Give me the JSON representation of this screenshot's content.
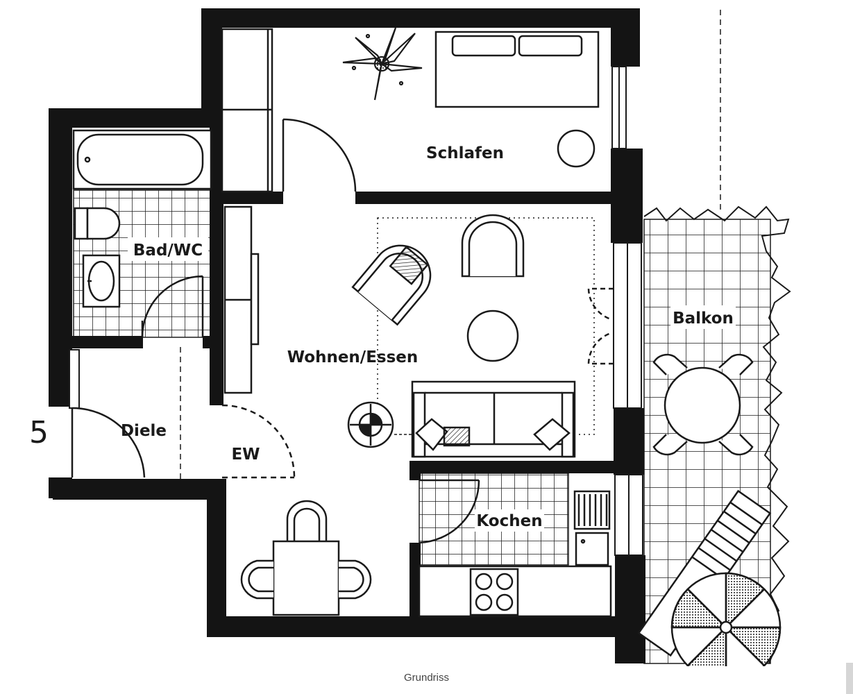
{
  "plan": {
    "unit_number": "5",
    "rooms": {
      "schlafen": "Schlafen",
      "bad_wc": "Bad/WC",
      "wohnen_essen": "Wohnen/Essen",
      "balkon": "Balkon",
      "diele": "Diele",
      "ew": "EW",
      "kochen": "Kochen"
    }
  },
  "caption": "Grundriss",
  "colors": {
    "wall": "#141414",
    "line": "#1a1a1a",
    "background": "#ffffff"
  }
}
